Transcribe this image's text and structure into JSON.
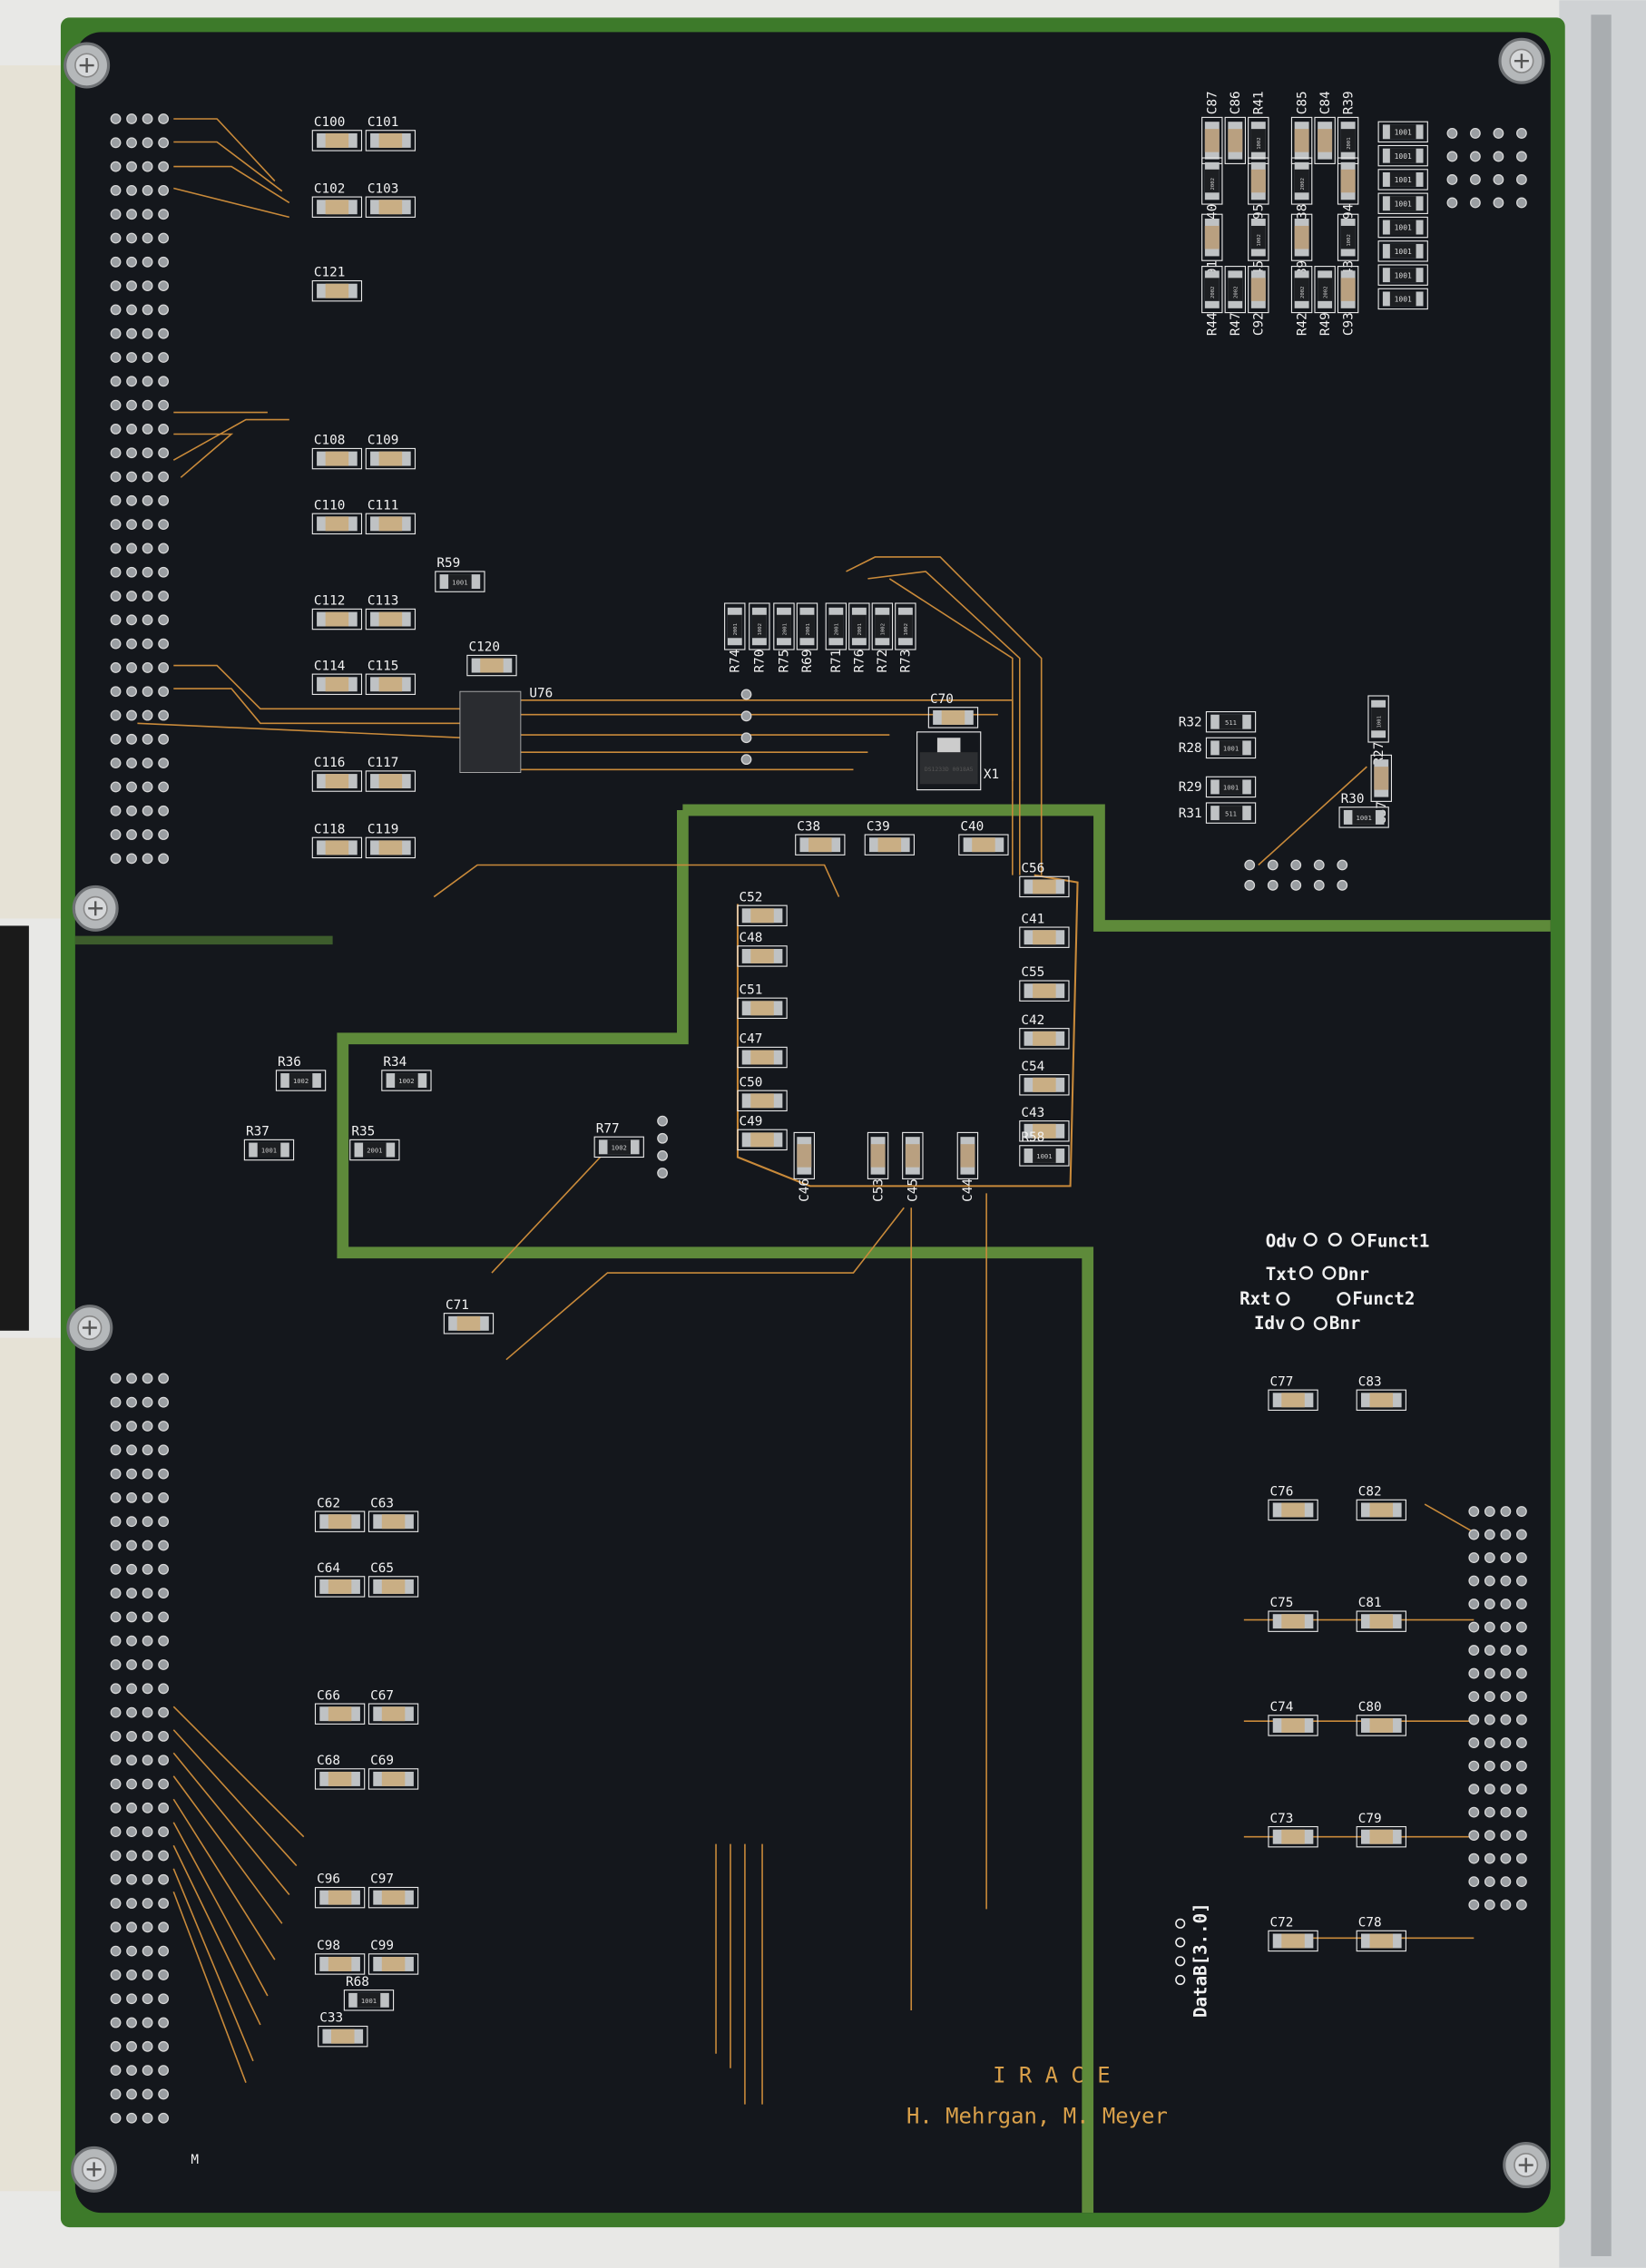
{
  "board": {
    "title": "I R A C E",
    "authors": "H. Mehrgan, M. Meyer",
    "bus_label": "DataB[3..0]",
    "chip_label": "U76",
    "crystal_label": "X1",
    "crystal_marking": "DS1233D 0018A5",
    "corner_mark": "M",
    "leds": [
      "Odv",
      "Funct1",
      "Txt",
      "Dnr",
      "Rxt",
      "Funct2",
      "Idv",
      "Bnr"
    ]
  },
  "colors": {
    "board": "#14171c",
    "edge": "#3d7a2a",
    "plane": "#5e8a3a",
    "trace": "#c98a3a",
    "silk": "#f2f2f2"
  },
  "components": [
    {
      "ref": "C100"
    },
    {
      "ref": "C101"
    },
    {
      "ref": "C102"
    },
    {
      "ref": "C103"
    },
    {
      "ref": "C121"
    },
    {
      "ref": "C108"
    },
    {
      "ref": "C109"
    },
    {
      "ref": "C110"
    },
    {
      "ref": "C111"
    },
    {
      "ref": "C112"
    },
    {
      "ref": "C113"
    },
    {
      "ref": "C114"
    },
    {
      "ref": "C115"
    },
    {
      "ref": "C116"
    },
    {
      "ref": "C117"
    },
    {
      "ref": "C118"
    },
    {
      "ref": "C119"
    },
    {
      "ref": "R59",
      "value": "1001"
    },
    {
      "ref": "C120"
    },
    {
      "ref": "C62"
    },
    {
      "ref": "C63"
    },
    {
      "ref": "C64"
    },
    {
      "ref": "C65"
    },
    {
      "ref": "C66"
    },
    {
      "ref": "C67"
    },
    {
      "ref": "C68"
    },
    {
      "ref": "C69"
    },
    {
      "ref": "C96"
    },
    {
      "ref": "C97"
    },
    {
      "ref": "C98"
    },
    {
      "ref": "C99"
    },
    {
      "ref": "R68",
      "value": "1001"
    },
    {
      "ref": "C33"
    },
    {
      "ref": "R36",
      "value": "1002"
    },
    {
      "ref": "R34",
      "value": "1002"
    },
    {
      "ref": "R37",
      "value": "1001"
    },
    {
      "ref": "R35",
      "value": "2001"
    },
    {
      "ref": "R77",
      "value": "1002"
    },
    {
      "ref": "C71"
    },
    {
      "ref": "R74",
      "value": "2001"
    },
    {
      "ref": "R70",
      "value": "1002"
    },
    {
      "ref": "R75",
      "value": "2001"
    },
    {
      "ref": "R69",
      "value": "2001"
    },
    {
      "ref": "R71",
      "value": "2001"
    },
    {
      "ref": "R76",
      "value": "2001"
    },
    {
      "ref": "R72",
      "value": "1002"
    },
    {
      "ref": "R73",
      "value": "1002"
    },
    {
      "ref": "C70"
    },
    {
      "ref": "C38"
    },
    {
      "ref": "C39"
    },
    {
      "ref": "C40"
    },
    {
      "ref": "C56"
    },
    {
      "ref": "C41"
    },
    {
      "ref": "C55"
    },
    {
      "ref": "C42"
    },
    {
      "ref": "C54"
    },
    {
      "ref": "C43"
    },
    {
      "ref": "R58",
      "value": "1001"
    },
    {
      "ref": "C52"
    },
    {
      "ref": "C48"
    },
    {
      "ref": "C51"
    },
    {
      "ref": "C47"
    },
    {
      "ref": "C50"
    },
    {
      "ref": "C49"
    },
    {
      "ref": "C46"
    },
    {
      "ref": "C53"
    },
    {
      "ref": "C45"
    },
    {
      "ref": "C44"
    },
    {
      "ref": "R32",
      "value": "511"
    },
    {
      "ref": "R28",
      "value": "1001"
    },
    {
      "ref": "R29",
      "value": "1001"
    },
    {
      "ref": "R31",
      "value": "511"
    },
    {
      "ref": "R27",
      "value": "1001"
    },
    {
      "ref": "C37"
    },
    {
      "ref": "R30",
      "value": "1001"
    },
    {
      "ref": "C87"
    },
    {
      "ref": "C86"
    },
    {
      "ref": "R41",
      "value": "1002"
    },
    {
      "ref": "C85"
    },
    {
      "ref": "C84"
    },
    {
      "ref": "R39",
      "value": "2001"
    },
    {
      "ref": "R40",
      "value": "2002"
    },
    {
      "ref": "C95"
    },
    {
      "ref": "R38",
      "value": "2002"
    },
    {
      "ref": "C94"
    },
    {
      "ref": "C91"
    },
    {
      "ref": "R45",
      "value": "1002"
    },
    {
      "ref": "C89"
    },
    {
      "ref": "R43",
      "value": "1002"
    },
    {
      "ref": "R44",
      "value": "2002"
    },
    {
      "ref": "R47",
      "value": "2002"
    },
    {
      "ref": "C92"
    },
    {
      "ref": "R42",
      "value": "2002"
    },
    {
      "ref": "R49",
      "value": "2002"
    },
    {
      "ref": "C93"
    },
    {
      "ref": "C77"
    },
    {
      "ref": "C83"
    },
    {
      "ref": "C76"
    },
    {
      "ref": "C82"
    },
    {
      "ref": "C75"
    },
    {
      "ref": "C81"
    },
    {
      "ref": "C74"
    },
    {
      "ref": "C80"
    },
    {
      "ref": "C73"
    },
    {
      "ref": "C79"
    },
    {
      "ref": "C72"
    },
    {
      "ref": "C78"
    }
  ],
  "resistor_array_values": [
    "1001",
    "1001",
    "1001",
    "1001",
    "1001",
    "1001",
    "1001",
    "1001"
  ]
}
